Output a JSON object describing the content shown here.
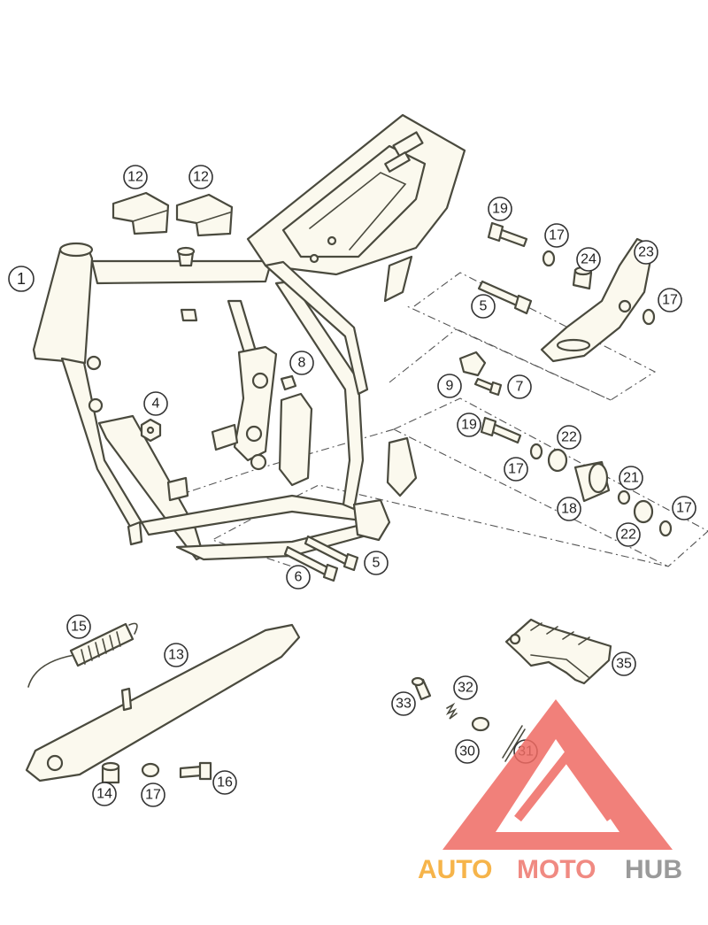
{
  "callouts": [
    {
      "id": "c1",
      "label": "1"
    },
    {
      "id": "c4",
      "label": "4"
    },
    {
      "id": "c5a",
      "label": "5"
    },
    {
      "id": "c5b",
      "label": "5"
    },
    {
      "id": "c6",
      "label": "6"
    },
    {
      "id": "c7",
      "label": "7"
    },
    {
      "id": "c8",
      "label": "8"
    },
    {
      "id": "c9",
      "label": "9"
    },
    {
      "id": "c12a",
      "label": "12"
    },
    {
      "id": "c12b",
      "label": "12"
    },
    {
      "id": "c13",
      "label": "13"
    },
    {
      "id": "c14",
      "label": "14"
    },
    {
      "id": "c15",
      "label": "15"
    },
    {
      "id": "c16",
      "label": "16"
    },
    {
      "id": "c17a",
      "label": "17"
    },
    {
      "id": "c17b",
      "label": "17"
    },
    {
      "id": "c17c",
      "label": "17"
    },
    {
      "id": "c17d",
      "label": "17"
    },
    {
      "id": "c17e",
      "label": "17"
    },
    {
      "id": "c18",
      "label": "18"
    },
    {
      "id": "c19a",
      "label": "19"
    },
    {
      "id": "c19b",
      "label": "19"
    },
    {
      "id": "c21",
      "label": "21"
    },
    {
      "id": "c22a",
      "label": "22"
    },
    {
      "id": "c22b",
      "label": "22"
    },
    {
      "id": "c23",
      "label": "23"
    },
    {
      "id": "c24",
      "label": "24"
    },
    {
      "id": "c30",
      "label": "30"
    },
    {
      "id": "c31",
      "label": "31"
    },
    {
      "id": "c32",
      "label": "32"
    },
    {
      "id": "c33",
      "label": "33"
    },
    {
      "id": "c35",
      "label": "35"
    }
  ],
  "watermark": {
    "part1": "AUTO",
    "part2": "MOTO",
    "part3": "HUB",
    "color1": "#f6b44a",
    "color2": "#f08a82",
    "color3": "#9a9a9a"
  },
  "colors": {
    "line": "#4a4a3e",
    "fill": "#fbf9ee",
    "logo_triangle": "#ef6b63"
  }
}
